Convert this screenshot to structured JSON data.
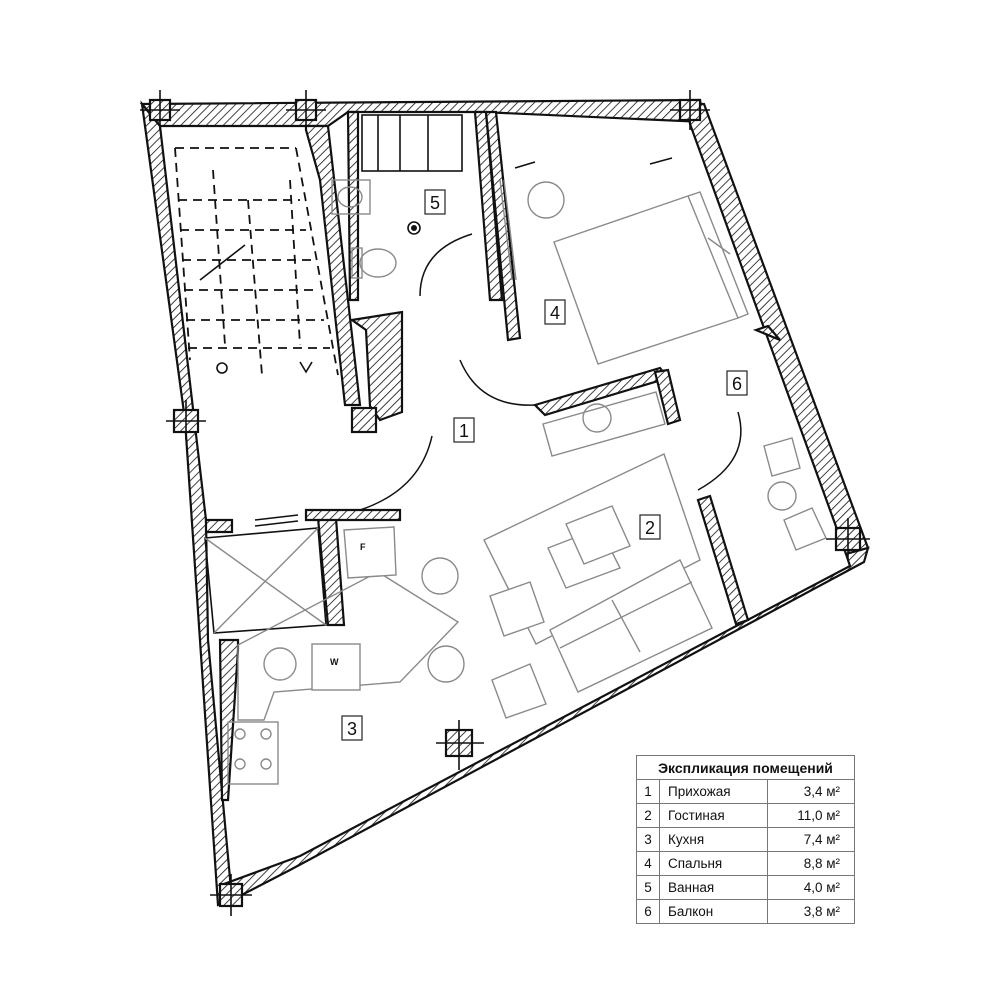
{
  "rooms": [
    {
      "number": "1"
    },
    {
      "number": "2"
    },
    {
      "number": "3"
    },
    {
      "number": "4"
    },
    {
      "number": "5"
    },
    {
      "number": "6"
    }
  ],
  "appliances": {
    "fridge": "F",
    "washer": "W"
  },
  "legend": {
    "title": "Экспликация помещений",
    "rows": [
      {
        "num": "1",
        "name": "Прихожая",
        "area": "3,4 м²"
      },
      {
        "num": "2",
        "name": "Гостиная",
        "area": "11,0 м²"
      },
      {
        "num": "3",
        "name": "Кухня",
        "area": "7,4 м²"
      },
      {
        "num": "4",
        "name": "Спальня",
        "area": "8,8 м²"
      },
      {
        "num": "5",
        "name": "Ванная",
        "area": "4,0 м²"
      },
      {
        "num": "6",
        "name": "Балкон",
        "area": "3,8 м²"
      }
    ]
  }
}
